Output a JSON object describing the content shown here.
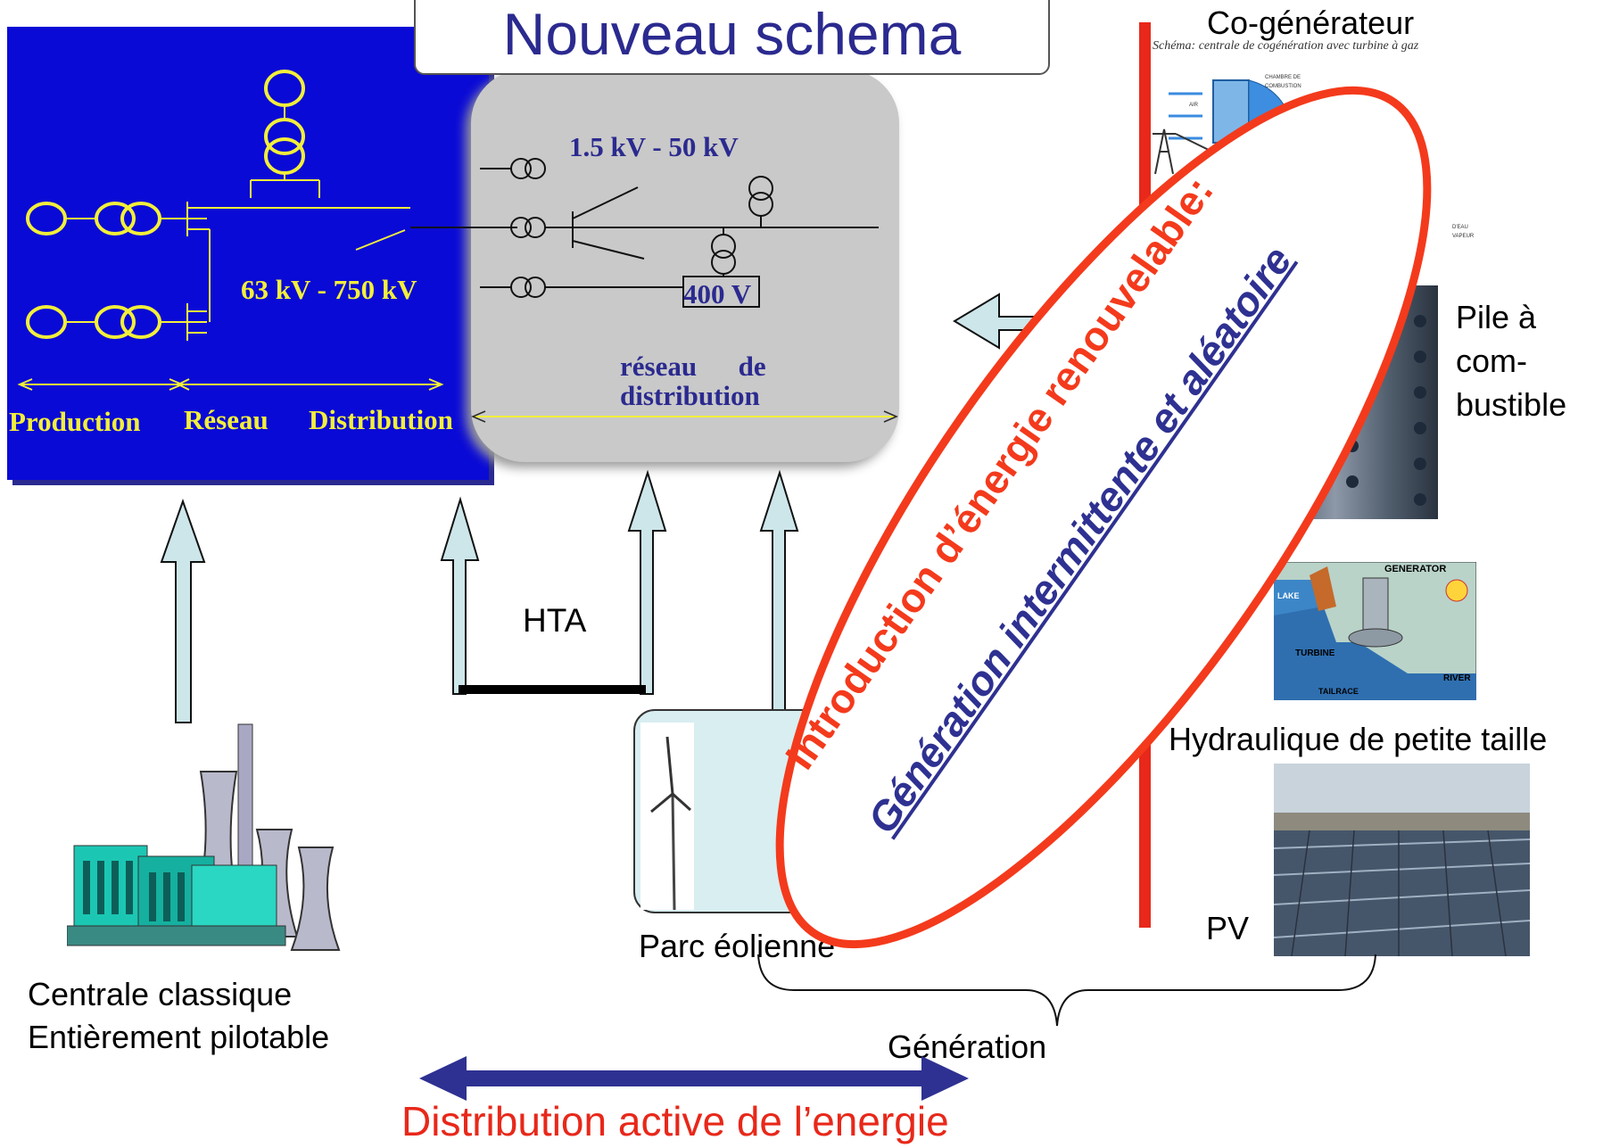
{
  "title": "Nouveau schema",
  "network": {
    "production_label": "Production",
    "reseau_label": "Réseau",
    "distribution_label": "Distribution",
    "hv_range": "63 kV - 750 kV",
    "mv_range": "1.5 kV - 50 kV",
    "lv_label": "400 V",
    "dist_net_line1": "réseau      de",
    "dist_net_line2": "distribution"
  },
  "labels": {
    "hta": "HTA",
    "classic_line1": "Centrale classique",
    "classic_line2": "Entièrement pilotable",
    "wind": "Parc éolienne",
    "cogen": "Co-générateur",
    "cogen_caption": "Schéma: centrale de cogénération avec turbine à gaz",
    "cogen_small_1": "CHAMBRE DE",
    "cogen_small_2": "COMBUSTION",
    "cogen_small_3": "AIR",
    "cogen_small_4": "D'EAU",
    "cogen_small_5": "VAPEUR",
    "fuel_cell_1": "Pile à",
    "fuel_cell_2": "com-",
    "fuel_cell_3": "bustible",
    "hydro": "Hydraulique de petite taille",
    "hydro_generator": "GENERATOR",
    "hydro_lake": "LAKE",
    "hydro_turbine": "TURBINE",
    "hydro_river": "RIVER",
    "hydro_tailrace": "TAILRACE",
    "pv": "PV",
    "generation": "Génération",
    "active_distribution": "Distribution active de l’energie"
  },
  "ellipse": {
    "line1": "Introduction d’énergie renouvelable:",
    "line2": "Génération intermittente et aléatoire"
  },
  "colors": {
    "title_text": "#2b2a8f",
    "network_blue": "#0a0ad6",
    "network_gray": "#c8c8c8",
    "yellow": "#f2ef3a",
    "arrow_fill": "#cde6ea",
    "red": "#f43a1c",
    "navy": "#2e3191",
    "accent_red": "#e8281a"
  }
}
